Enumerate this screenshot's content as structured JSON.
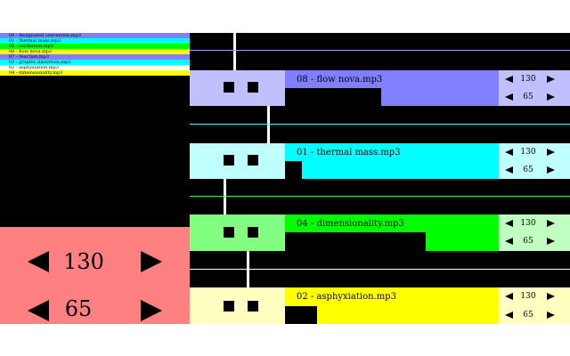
{
  "playlist": [
    {
      "label": "06 - designated conversion.mp3",
      "color": "#8080ff"
    },
    {
      "label": "01 - thermal mass.mp3",
      "color": "#00ffff"
    },
    {
      "label": "05 - oscillation.mp3",
      "color": "#00ff00"
    },
    {
      "label": "08 - flow nova.mp3",
      "color": "#ffff00"
    },
    {
      "label": "07 - reaction.mp3",
      "color": "#8080ff"
    },
    {
      "label": "03 - graphic distortion.mp3",
      "color": "#00ffff"
    },
    {
      "label": "02 - asphyxiation.mp3",
      "color": "#ffffff"
    },
    {
      "label": "04 - dimensionality.mp3",
      "color": "#ffff00"
    }
  ],
  "big_control": {
    "value_top": "130",
    "value_bottom": "65",
    "color": "#ff8080"
  },
  "tracks": [
    {
      "title": "08 - flow nova.mp3",
      "color": "#8080ff",
      "handle_color": "#c0c0ff",
      "ctrl_color": "#c0c0ff",
      "line_color": "#a0a0ff",
      "value_top": "130",
      "value_bottom": "65",
      "progress": 0.45
    },
    {
      "title": "01 - thermal mass.mp3",
      "color": "#00ffff",
      "handle_color": "#c0ffff",
      "ctrl_color": "#c0ffff",
      "line_color": "#40ffff",
      "value_top": "130",
      "value_bottom": "65",
      "progress": 0.08
    },
    {
      "title": "04 - dimensionality.mp3",
      "color": "#00ff00",
      "handle_color": "#80ff80",
      "ctrl_color": "#c0ffc0",
      "line_color": "#40ff40",
      "value_top": "130",
      "value_bottom": "65",
      "progress": 0.66
    },
    {
      "title": "02 - asphyxiation.mp3",
      "color": "#ffff00",
      "handle_color": "#ffffc0",
      "ctrl_color": "#ffffc0",
      "line_color": "#ffffff",
      "value_top": "130",
      "value_bottom": "65",
      "progress": 0.15
    }
  ]
}
